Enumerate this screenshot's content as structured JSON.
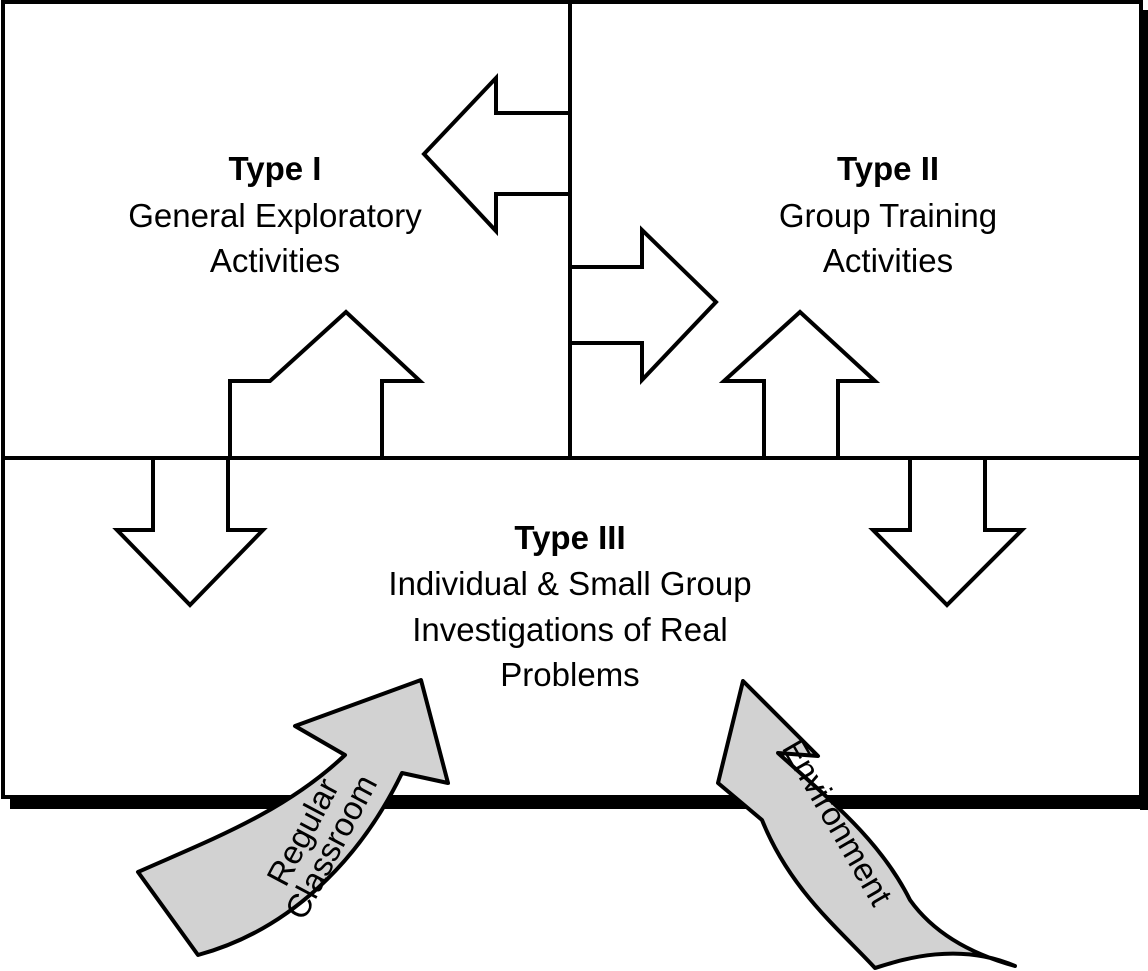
{
  "type1": {
    "title": "Type I",
    "lines": [
      "General Exploratory",
      "Activities"
    ]
  },
  "type2": {
    "title": "Type II",
    "lines": [
      "Group Training",
      "Activities"
    ]
  },
  "type3": {
    "title": "Type III",
    "lines": [
      "Individual & Small Group",
      "Investigations of Real",
      "Problems"
    ]
  },
  "inputs": {
    "left": [
      "Regular",
      "Classroom"
    ],
    "right": [
      "Environment"
    ]
  },
  "colors": {
    "line": "#000000",
    "background": "#ffffff",
    "input_arrow_fill": "#d2d2d2"
  }
}
